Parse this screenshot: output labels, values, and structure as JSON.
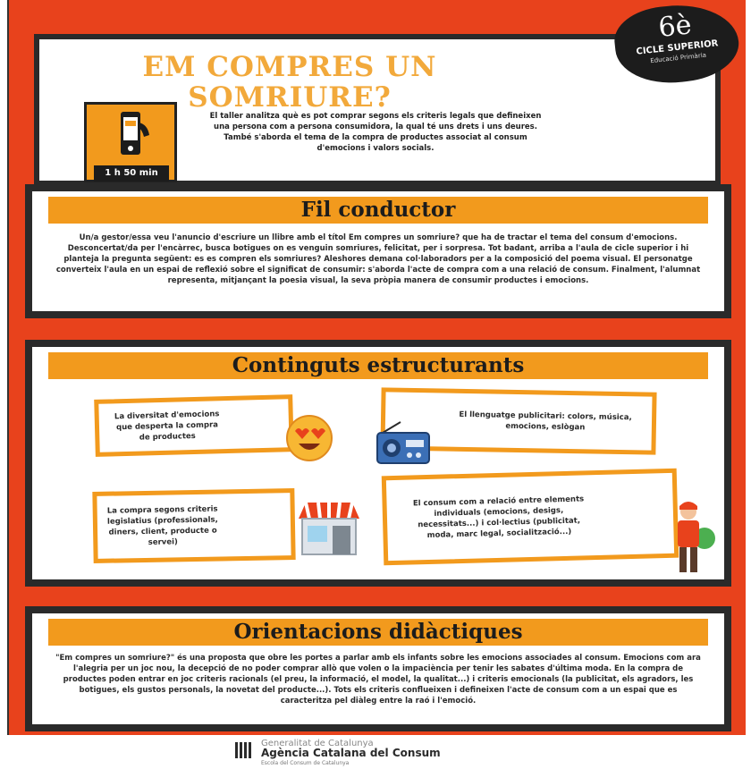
{
  "header": {
    "title_line1": "EM COMPRES UN",
    "title_line2": "SOMRIURE?",
    "duration": "1 h 50 min",
    "description": "El taller analitza què es pot comprar segons els criteris legals que defineixen una persona com a persona consumidora, la qual té uns drets i uns deures. També s'aborda el tema de la compra de productes associat al consum d'emocions i valors socials.",
    "level": "6è",
    "cycle": "CICLE SUPERIOR",
    "stage": "Educació Primària"
  },
  "fil_conductor": {
    "title": "Fil conductor",
    "text": "Un/a gestor/essa veu l'anuncio d'escriure un llibre amb el títol Em compres un somriure? que ha de tractar el tema del consum d'emocions. Desconcertat/da per l'encàrrec, busca botigues on es venguin somriures, felicitat, per i sorpresa. Tot badant, arriba a l'aula de cicle superior i hi planteja la pregunta següent: es es compren els somriures? Aleshores demana col·laboradors per a la composició del poema visual. El personatge converteix l'aula en un espai de reflexió sobre el significat de consumir: s'aborda l'acte de compra com a una relació de consum. Finalment, l'alumnat representa, mitjançant la poesia visual, la seva pròpia manera de consumir productes i emocions."
  },
  "continguts": {
    "title": "Continguts estructurants",
    "items": [
      "La diversitat d'emocions que desperta la compra de productes",
      "El llenguatge publicitari: colors, música, emocions, eslògan",
      "La compra segons criteris legislatius (professionals, diners, client, producte o servei)",
      "El consum com a relació entre elements individuals (emocions, desigs, necessitats...) i col·lectius (publicitat, moda, marc legal, socialització...)"
    ]
  },
  "orientacions": {
    "title": "Orientacions didàctiques",
    "text": "\"Em compres un somriure?\" és una proposta que obre les portes a parlar amb els infants sobre les emocions associades al consum. Emocions com ara l'alegria per un joc nou, la decepció de no poder comprar allò que volen o la impaciència per tenir les sabates d'última moda. En la compra de productes poden entrar en joc criteris racionals (el preu, la informació, el model, la qualitat...) i criteris emocionals (la publicitat, els agradors, les botigues, els gustos personals, la novetat del producte...). Tots els criteris conflueixen i defineixen l'acte de consum com a un espai que es caracteritza pel diàleg entre la raó i l'emoció."
  },
  "footer": {
    "line1": "Generalitat de Catalunya",
    "line2": "Agència Catalana del Consum",
    "line3": "Escola del Consum de Catalunya"
  },
  "colors": {
    "background": "#e8421c",
    "accent": "#f29a1d",
    "title": "#f2a93b",
    "dark": "#2a2a2a"
  },
  "icons": [
    "phone-icon",
    "heart-eyes-emoji-icon",
    "radio-icon",
    "shop-icon",
    "person-icon",
    "generalitat-logo-icon"
  ]
}
